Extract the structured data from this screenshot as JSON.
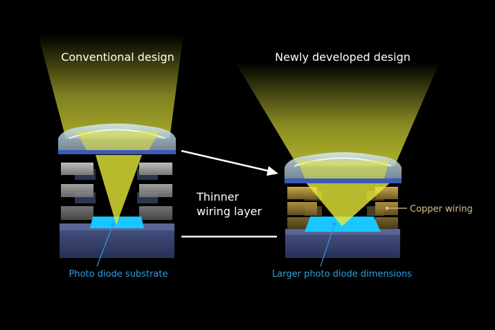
{
  "titles": {
    "left": "Conventional design",
    "right": "Newly developed design"
  },
  "middle_label": {
    "line1": "Thinner",
    "line2": "wiring layer"
  },
  "labels": {
    "left_diode": "Photo diode substrate",
    "right_diode": "Larger photo diode dimensions",
    "copper": "Copper wiring"
  },
  "colors": {
    "beam": "#e6e83a",
    "diode": "#19c6ff",
    "substrate": "#333f70",
    "copper": "#a58a3c",
    "label_blue": "#2e9fe0",
    "label_copper": "#d9c28c"
  }
}
